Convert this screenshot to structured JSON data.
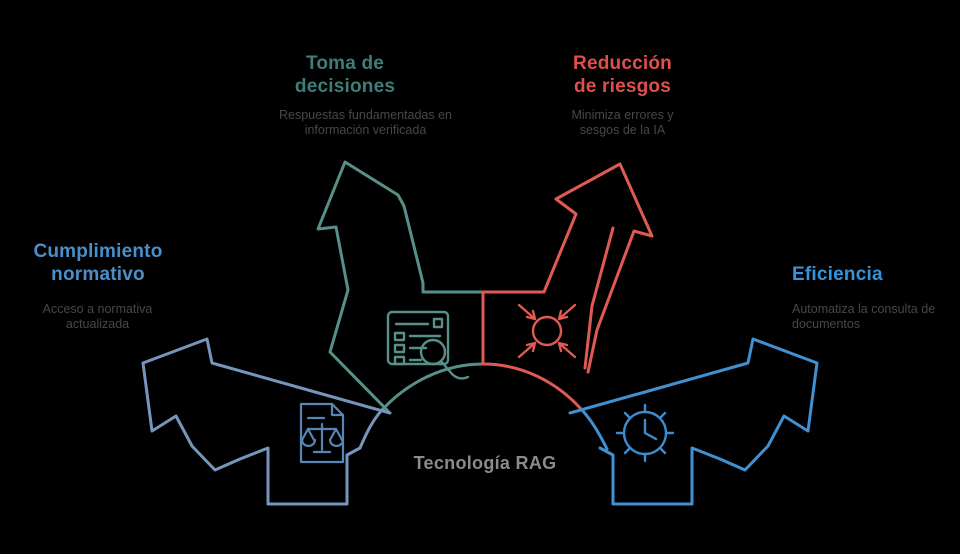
{
  "colors": {
    "background": "#000000",
    "teal": "#579089",
    "red": "#e05a54",
    "blue_muted": "#7596ba",
    "blue_bright": "#4090d2",
    "heading_teal": "#3e7d78",
    "heading_red": "#e04f4c",
    "heading_blue_muted": "#4a8fc9",
    "heading_blue": "#3793d8",
    "subtitle_gray": "#474747",
    "center_title_gray": "#8b8b8b"
  },
  "center": {
    "title": "Tecnología RAG"
  },
  "nodes": {
    "toma": {
      "label": "Toma de decisiones",
      "desc": "Respuestas fundamentadas en información verificada",
      "color": "#3e7d78",
      "icon": "document-search-icon"
    },
    "reduccion": {
      "label": "Reducción de riesgos",
      "desc": "Minimiza errores y sesgos de la IA",
      "color": "#e04f4c",
      "icon": "converge-arrows-icon"
    },
    "cumplimiento": {
      "label": "Cumplimiento normativo",
      "desc": "Acceso a normativa actualizada",
      "color": "#4a8fc9",
      "icon": "document-scales-icon"
    },
    "eficiencia": {
      "label": "Eficiencia",
      "desc": "Automatiza la consulta de documentos",
      "color": "#3793d8",
      "icon": "gear-clock-icon"
    }
  }
}
